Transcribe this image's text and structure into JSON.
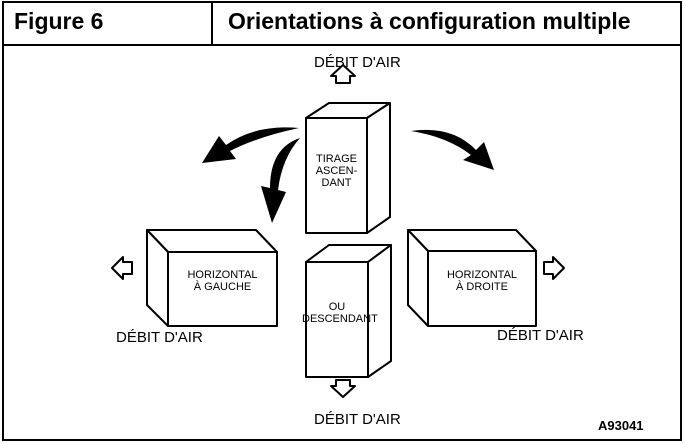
{
  "header": {
    "figure_label": "Figure 6",
    "title": "Orientations à configuration multiple"
  },
  "diagram": {
    "labels": {
      "airflow_top": "DÉBIT D'AIR",
      "airflow_left": "DÉBIT D'AIR",
      "airflow_right": "DÉBIT D'AIR",
      "airflow_bottom": "DÉBIT D'AIR"
    },
    "units": {
      "upflow": [
        "TIRAGE",
        "ASCEN-",
        "DANT"
      ],
      "horizontal_left": [
        "HORIZONTAL",
        "À GAUCHE"
      ],
      "horizontal_right": [
        "HORIZONTAL",
        "À DROITE"
      ],
      "downflow": [
        "OU",
        "DESCENDANT"
      ]
    },
    "code": "A93041"
  }
}
